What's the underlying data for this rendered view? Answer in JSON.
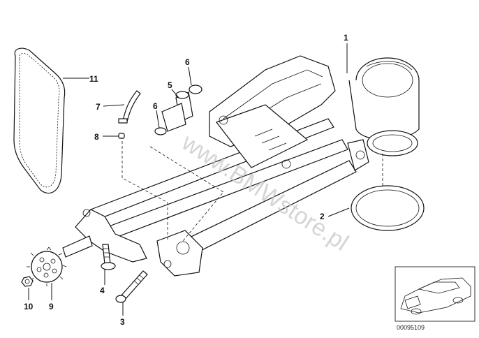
{
  "diagram": {
    "watermark": "www.BMWstore.pl",
    "reference_number": "00095109",
    "callouts": [
      {
        "id": "1",
        "label": "1"
      },
      {
        "id": "2",
        "label": "2"
      },
      {
        "id": "3",
        "label": "3"
      },
      {
        "id": "4",
        "label": "4"
      },
      {
        "id": "5",
        "label": "5"
      },
      {
        "id": "6a",
        "label": "6"
      },
      {
        "id": "6b",
        "label": "6"
      },
      {
        "id": "7",
        "label": "7"
      },
      {
        "id": "8",
        "label": "8"
      },
      {
        "id": "9",
        "label": "9"
      },
      {
        "id": "10",
        "label": "10"
      },
      {
        "id": "11",
        "label": "11"
      }
    ]
  }
}
